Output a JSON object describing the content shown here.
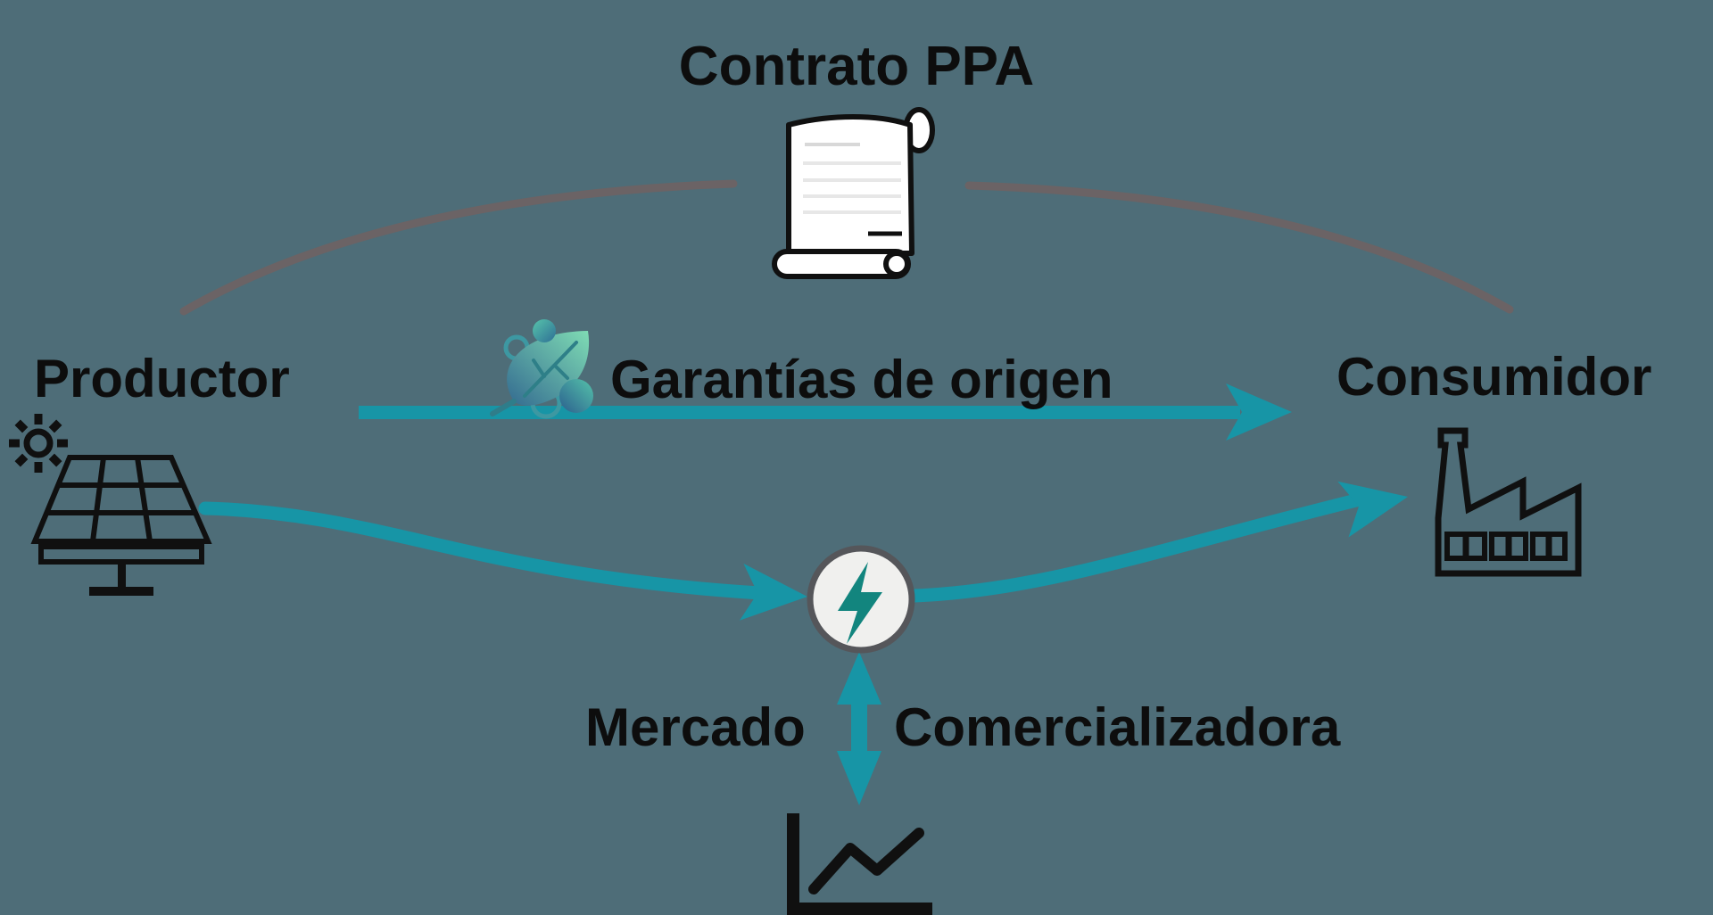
{
  "header": {
    "title": "Contrato PPA"
  },
  "nodes": {
    "producer": {
      "label": "Productor"
    },
    "consumer": {
      "label": "Consumidor"
    },
    "market": {
      "label": "Mercado"
    },
    "retailer": {
      "label": "Comercializadora"
    }
  },
  "flows": {
    "guarantees": {
      "label": "Garantías de origen"
    }
  },
  "icons": {
    "contract": "scroll-contract-icon",
    "guarantees": "leaf-icon",
    "producer": "solar-panel-icon",
    "producer_sun": "sun-icon",
    "consumer": "factory-icon",
    "hub": "lightning-bolt-icon",
    "market": "line-chart-icon"
  },
  "colors": {
    "background": "#4e6d78",
    "arrow_teal": "#1795a6",
    "bolt_teal": "#12857e",
    "arc_gray": "#6b6365",
    "text": "#0d0d0d",
    "icon_black": "#101010",
    "paper_white": "#ffffff",
    "circle_fill": "#f0f0ee",
    "circle_border": "#55565a",
    "leaf_dark": "#336a90",
    "leaf_light": "#7fdcb4",
    "paper_line_light": "#e7e7e7",
    "paper_line_dark": "#d8d8d8"
  }
}
